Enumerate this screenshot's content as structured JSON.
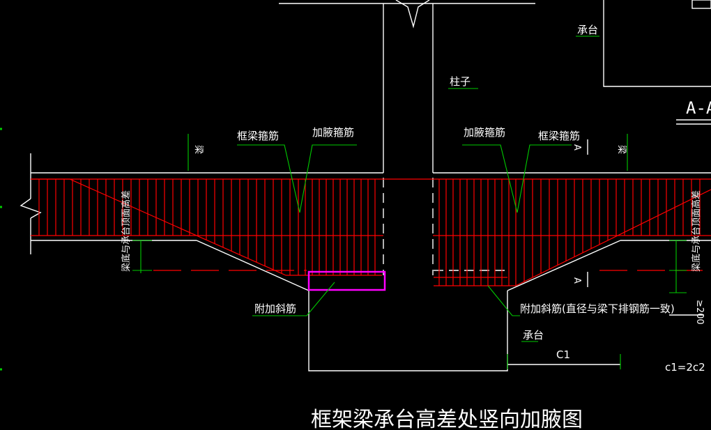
{
  "title": "框架梁承台高差处竖向加腋图",
  "labels": {
    "chengtai_top": "承台",
    "zhuzi": "柱子",
    "liang_left": "梁",
    "liang_right": "梁",
    "kuangjia_gujin_left": "框梁箍筋",
    "jiaye_gujin_left": "加腋箍筋",
    "jiaye_gujin_right": "加腋箍筋",
    "kuangjia_gujin_right": "框梁箍筋",
    "gaocha_left": "梁底与承台顶面高差",
    "gaocha_right": "梁底与承台顶面高差",
    "fujia_xiejin_left": "附加斜筋",
    "fujia_xiejin_right": "附加斜筋(直径与梁下排钢筋一致)",
    "chengtai_bottom": "承台",
    "dim_c1": "C1",
    "dim_200": "≥200",
    "formula": "c1=2c2",
    "section_mark_top": "A",
    "section_mark_bottom": "A",
    "section_title": "A-A"
  },
  "colors": {
    "background": "#000000",
    "outline": "#ffffff",
    "rebar": "#ff0000",
    "leader": "#00cc00",
    "highlight": "#ff00ff"
  }
}
